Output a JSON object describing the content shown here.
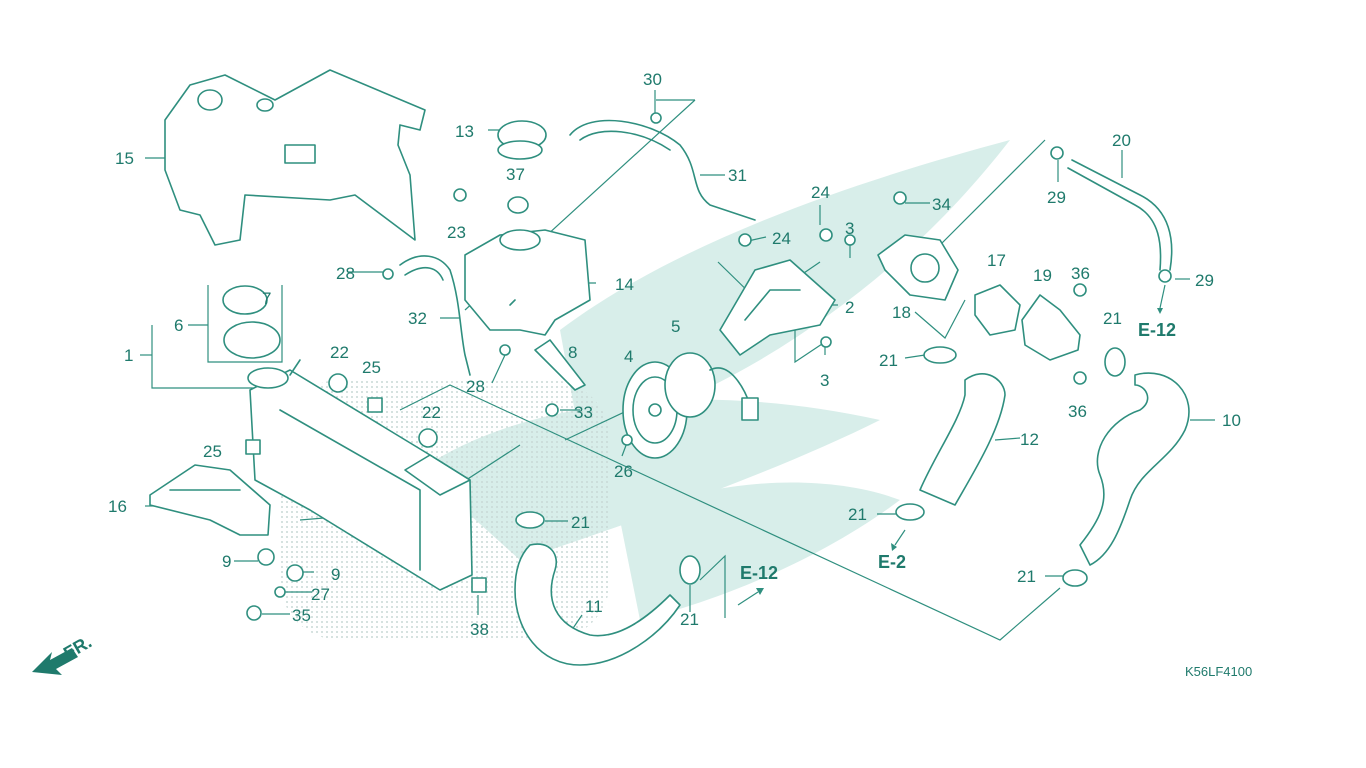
{
  "diagram_code": "K56LF4100",
  "front_marker": "FR.",
  "references": {
    "e12_top": "E-12",
    "e12_bottom": "E-12",
    "e2": "E-2"
  },
  "callouts": {
    "c1": "1",
    "c2": "2",
    "c3a": "3",
    "c3b": "3",
    "c4": "4",
    "c5": "5",
    "c6": "6",
    "c7": "7",
    "c8": "8",
    "c9a": "9",
    "c9b": "9",
    "c10": "10",
    "c11": "11",
    "c12": "12",
    "c13": "13",
    "c14": "14",
    "c15": "15",
    "c16": "16",
    "c17": "17",
    "c18": "18",
    "c19": "19",
    "c20": "20",
    "c21a": "21",
    "c21b": "21",
    "c21c": "21",
    "c21d": "21",
    "c21e": "21",
    "c21f": "21",
    "c22a": "22",
    "c22b": "22",
    "c23": "23",
    "c24a": "24",
    "c24b": "24",
    "c25a": "25",
    "c25b": "25",
    "c26": "26",
    "c27": "27",
    "c28a": "28",
    "c28b": "28",
    "c29a": "29",
    "c29b": "29",
    "c30": "30",
    "c31": "31",
    "c32": "32",
    "c33": "33",
    "c34": "34",
    "c35": "35",
    "c36a": "36",
    "c36b": "36",
    "c37": "37",
    "c38": "38"
  },
  "colors": {
    "line": "#2f8f7f",
    "text": "#1f7a6c",
    "watermark": "#d8eeea"
  }
}
